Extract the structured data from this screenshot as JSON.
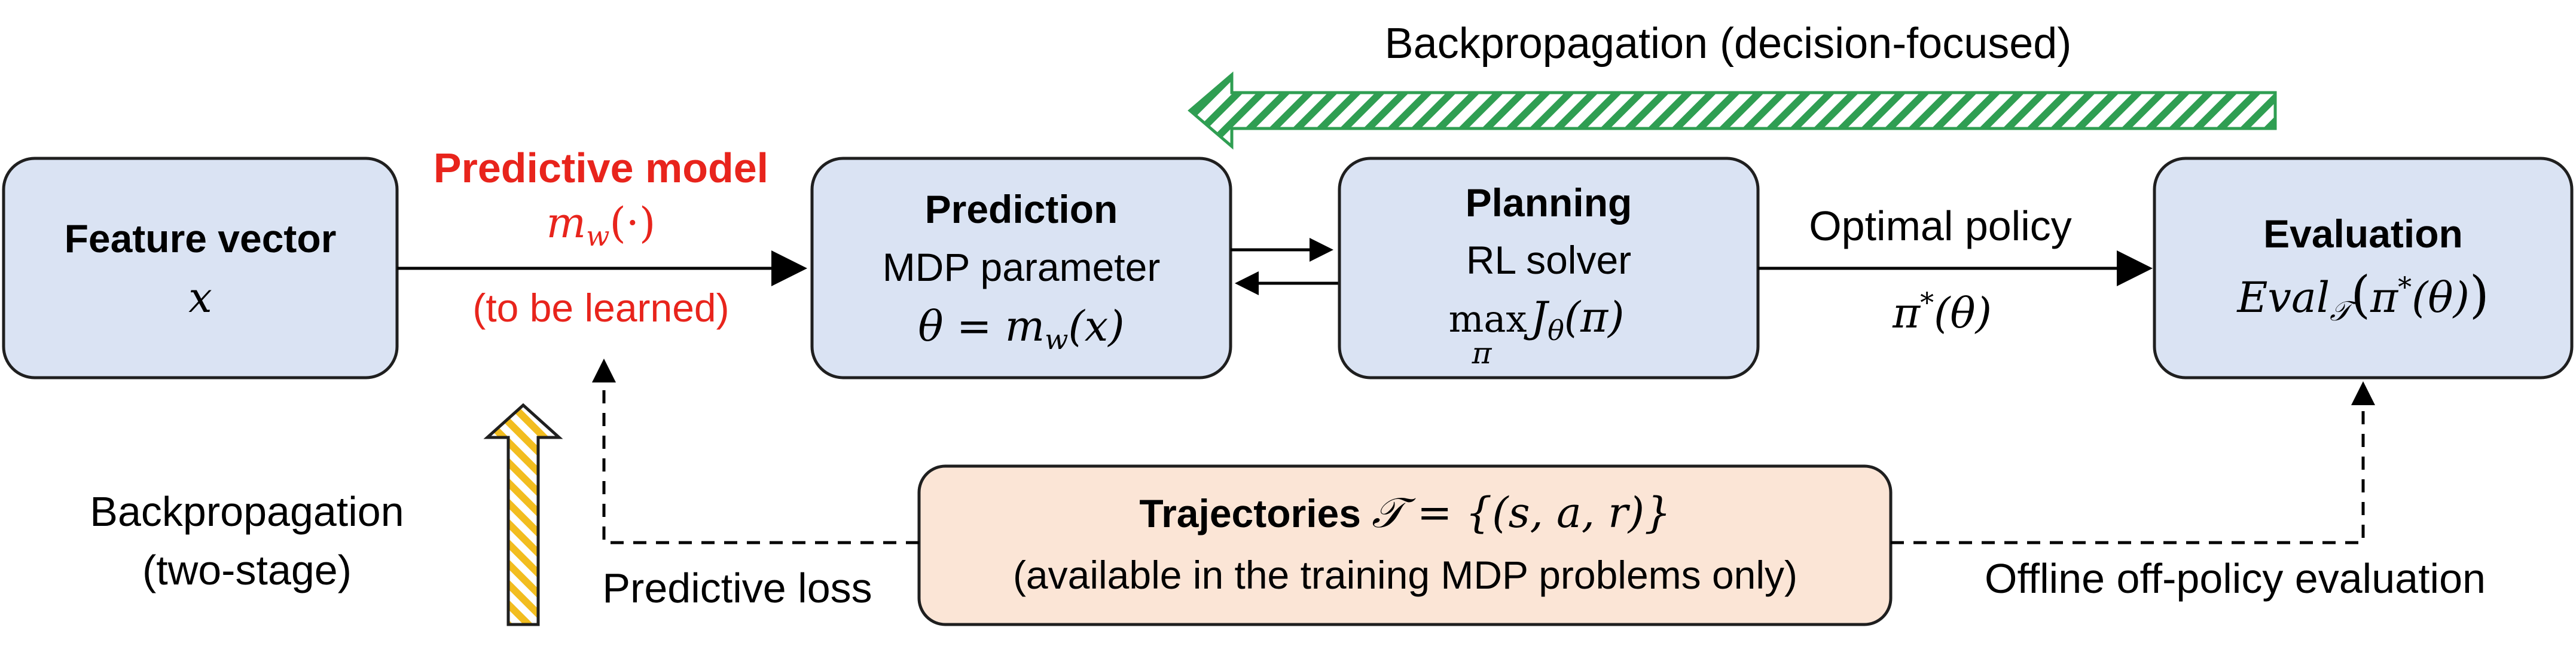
{
  "top_arrow": {
    "label": "Backpropagation (decision-focused)"
  },
  "feature_box": {
    "title": "Feature vector",
    "symbol": "x"
  },
  "predictive_model": {
    "title": "Predictive model",
    "symbol_base": "m",
    "symbol_sub": "w",
    "symbol_arg": "(·)",
    "note": "(to be learned)"
  },
  "prediction_box": {
    "title": "Prediction",
    "subtitle": "MDP parameter",
    "formula_theta": "θ",
    "formula_eq": " = ",
    "formula_m": "m",
    "formula_sub": "w",
    "formula_arg": "(x)"
  },
  "planning_box": {
    "title": "Planning",
    "subtitle": "RL solver",
    "max_op": "max",
    "max_sub": "π",
    "objective_j": "J",
    "objective_sub": "θ",
    "objective_arg": "(π)"
  },
  "optimal_policy": {
    "label": "Optimal policy",
    "pi": "π",
    "star": "*",
    "arg": "(θ)"
  },
  "evaluation_box": {
    "title": "Evaluation",
    "eval_text": "Eval",
    "eval_sub": "𝒯",
    "eval_open": "(",
    "eval_pi": "π",
    "eval_star": "*",
    "eval_arg": "(θ)",
    "eval_close": ")"
  },
  "trajectories_box": {
    "title": "Trajectories",
    "formula": "𝒯 = {(s, a, r)}",
    "note": "(available in the training MDP problems only)"
  },
  "left_arrow": {
    "line1": "Backpropagation",
    "line2": "(two-stage)"
  },
  "predictive_loss": {
    "label": "Predictive loss"
  },
  "offline_eval": {
    "label": "Offline off-policy evaluation"
  },
  "colors": {
    "box_fill": "#dae3f3",
    "box_stroke": "#1f1f1f",
    "traj_fill": "#fbe5d6",
    "red": "#e8241c",
    "green": "#2f9e52",
    "yellow": "#f2bd1f"
  }
}
